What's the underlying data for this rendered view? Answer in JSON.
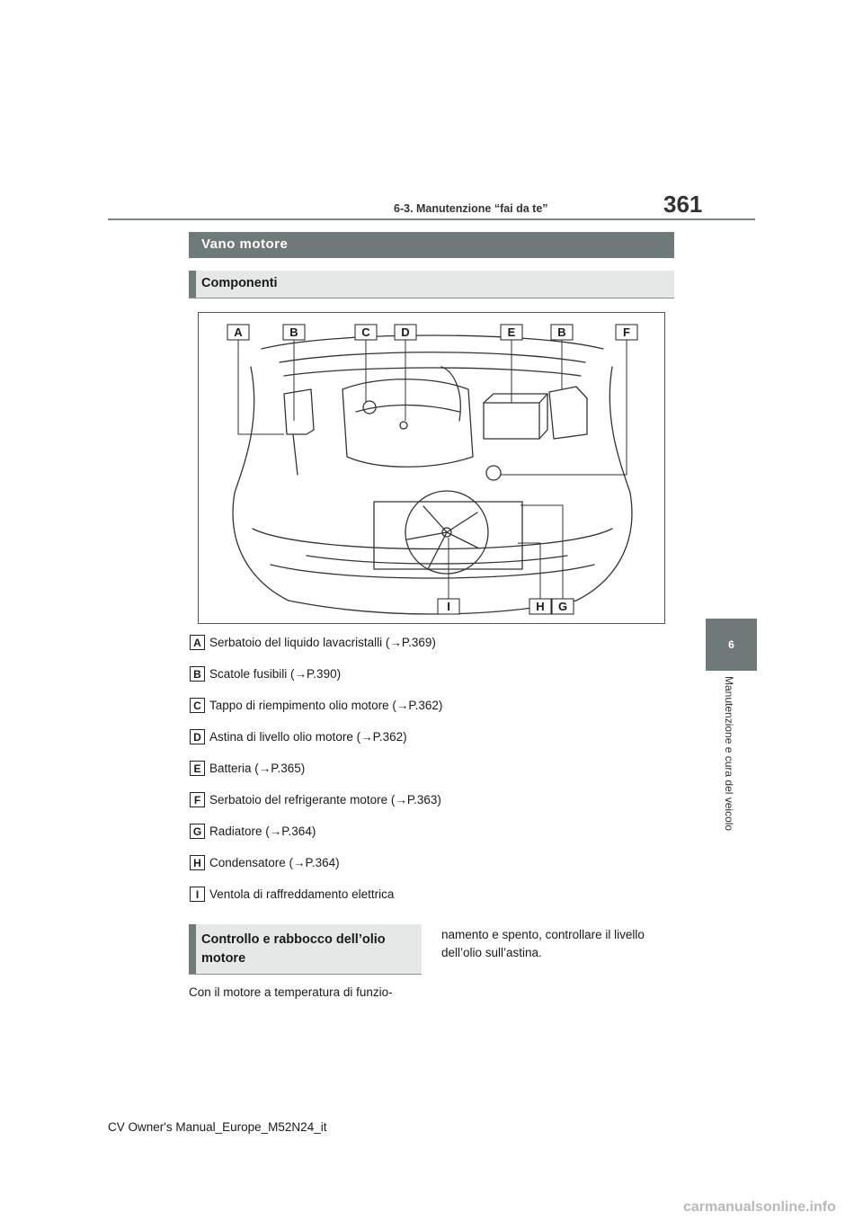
{
  "header": {
    "page_number": "361",
    "section": "6-3. Manutenzione “fai da te”"
  },
  "side_tab": {
    "number": "6",
    "label": "Manutenzione e cura del veicolo"
  },
  "main_heading": "Vano motore",
  "components_heading": "Componenti",
  "diagram": {
    "top_labels": [
      "A",
      "B",
      "C",
      "D",
      "E",
      "B",
      "F"
    ],
    "bottom_labels": [
      "I",
      "H",
      "G"
    ]
  },
  "legend": [
    {
      "letter": "A",
      "text": "Serbatoio del liquido lavacristalli (→P.369)"
    },
    {
      "letter": "B",
      "text": "Scatole fusibili (→P.390)"
    },
    {
      "letter": "C",
      "text": "Tappo di riempimento olio motore (→P.362)"
    },
    {
      "letter": "D",
      "text": "Astina di livello olio motore (→P.362)"
    },
    {
      "letter": "E",
      "text": "Batteria (→P.365)"
    },
    {
      "letter": "F",
      "text": "Serbatoio del refrigerante motore (→P.363)"
    },
    {
      "letter": "G",
      "text": "Radiatore (→P.364)"
    },
    {
      "letter": "H",
      "text": "Condensatore (→P.364)"
    },
    {
      "letter": "I",
      "text": "Ventola di raffreddamento elettrica"
    }
  ],
  "oil_heading": "Controllo e rabbocco dell’olio motore",
  "body_left": "Con il motore a temperatura di funzio-",
  "body_right": "namento e spento, controllare il livello dell’olio sull’astina.",
  "footer": "CV Owner's Manual_Europe_M52N24_it",
  "watermark": "carmanualsonline.info"
}
